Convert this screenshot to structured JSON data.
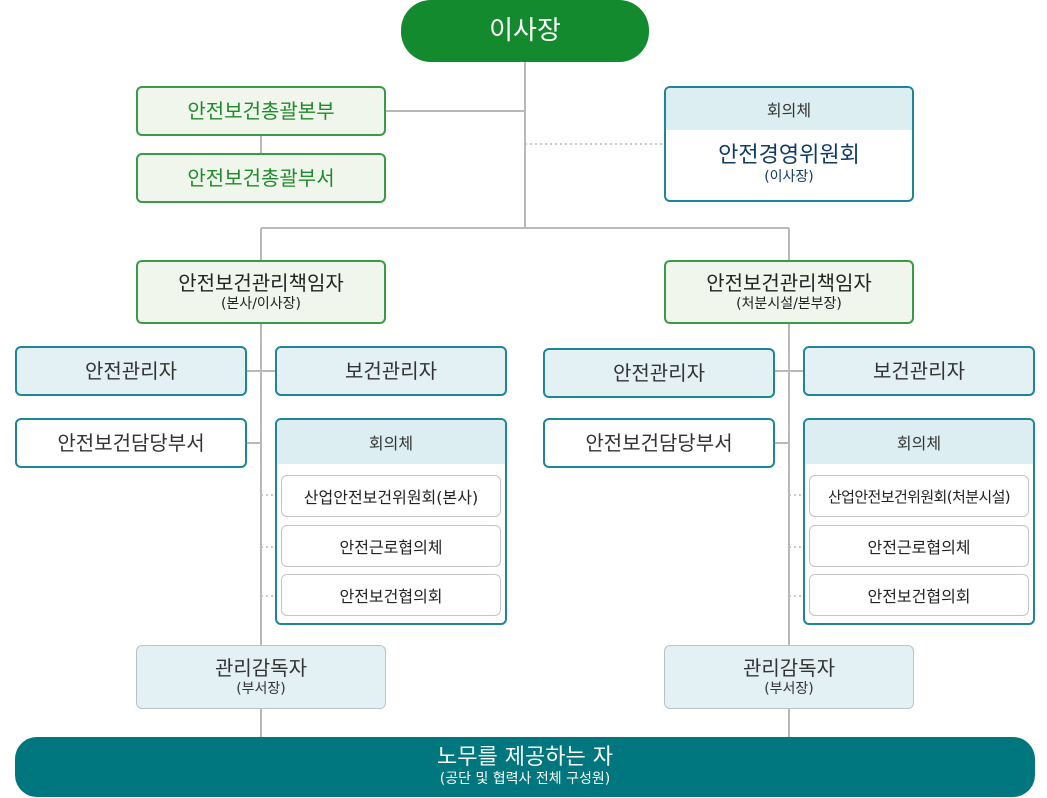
{
  "top": {
    "title": "이사장"
  },
  "hq_safety": {
    "division": "안전보건총괄본부",
    "department": "안전보건총괄부서"
  },
  "mgmt_committee": {
    "header": "회의체",
    "name": "안전경영위원회",
    "chair": "(이사장)"
  },
  "left": {
    "responsible": {
      "title": "안전보건관리책임자",
      "subtitle": "(본사/이사장)"
    },
    "safety_manager": "안전관리자",
    "health_manager": "보건관리자",
    "dept": "안전보건담당부서",
    "council": {
      "header": "회의체",
      "items": [
        "산업안전보건위원회(본사)",
        "안전근로협의체",
        "안전보건협의회"
      ]
    },
    "supervisor": {
      "title": "관리감독자",
      "subtitle": "(부서장)"
    }
  },
  "right": {
    "responsible": {
      "title": "안전보건관리책임자",
      "subtitle": "(처분시설/본부장)"
    },
    "safety_manager": "안전관리자",
    "health_manager": "보건관리자",
    "dept": "안전보건담당부서",
    "council": {
      "header": "회의체",
      "items": [
        "산업안전보건위원회(처분시설)",
        "안전근로협의체",
        "안전보건협의회"
      ]
    },
    "supervisor": {
      "title": "관리감독자",
      "subtitle": "(부서장)"
    }
  },
  "workers": {
    "title": "노무를 제공하는 자",
    "subtitle": "(공단 및 협력사 전체 구성원)"
  }
}
